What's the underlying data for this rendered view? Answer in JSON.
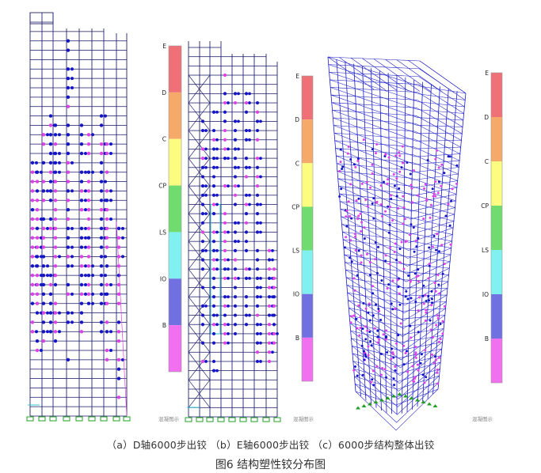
{
  "legend": {
    "levels": [
      {
        "label": "E",
        "color": "#f07078"
      },
      {
        "label": "D",
        "color": "#f5aa6a"
      },
      {
        "label": "C",
        "color": "#fcfc80"
      },
      {
        "label": "CP",
        "color": "#70dc70"
      },
      {
        "label": "LS",
        "color": "#80f0f0"
      },
      {
        "label": "IO",
        "color": "#7070e0"
      },
      {
        "label": "B",
        "color": "#f070f0"
      }
    ]
  },
  "watermark": "混凝图示",
  "colors": {
    "frame": "#23236e",
    "hinge_blue": "#1515c8",
    "hinge_magenta": "#e040e8",
    "support": "#22a022",
    "brace_cyan": "#30c8d0"
  },
  "captions": {
    "panels": "（a）D轴6000步出铰   （b）E轴6000步出铰   （c）6000步结构整体出铰",
    "figure": "图6  结构塑性铰分布图"
  }
}
